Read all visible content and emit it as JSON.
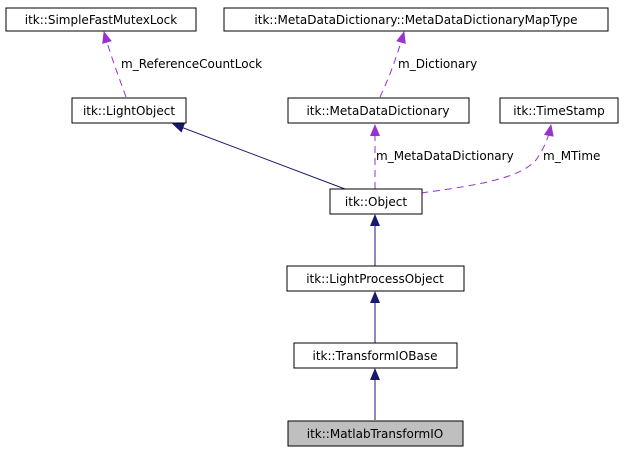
{
  "colors": {
    "inheritance": "#191970",
    "usage": "#9a32cd",
    "node_fill": "#ffffff",
    "highlight_fill": "#bfbfbf",
    "border": "#000000"
  },
  "nodes": {
    "simple_fast_mutex_lock": "itk::SimpleFastMutexLock",
    "metadata_map_type": "itk::MetaDataDictionary::MetaDataDictionaryMapType",
    "light_object": "itk::LightObject",
    "metadata_dictionary": "itk::MetaDataDictionary",
    "time_stamp": "itk::TimeStamp",
    "object": "itk::Object",
    "light_process_object": "itk::LightProcessObject",
    "transform_io_base": "itk::TransformIOBase",
    "matlab_transform_io": "itk::MatlabTransformIO"
  },
  "edge_labels": {
    "reference_count_lock": "m_ReferenceCountLock",
    "dictionary": "m_Dictionary",
    "metadata_dictionary": "m_MetaDataDictionary",
    "mtime": "m_MTime"
  }
}
